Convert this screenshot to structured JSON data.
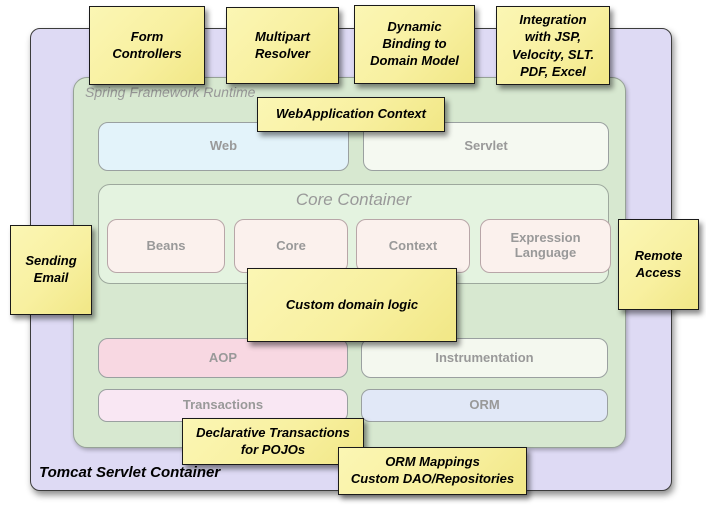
{
  "containers": {
    "tomcat": "Tomcat Servlet Container",
    "runtime": "Spring Framework Runtime"
  },
  "modules": {
    "web": "Web",
    "servlet": "Servlet",
    "core_container_label": "Core Container",
    "core_boxes": [
      "Beans",
      "Core",
      "Context",
      "Expression Language"
    ],
    "aop": "AOP",
    "instrumentation": "Instrumentation",
    "transactions": "Transactions",
    "orm": "ORM"
  },
  "notes": {
    "form_controllers": "Form\nControllers",
    "multipart_resolver": "Multipart\nResolver",
    "dynamic_binding": "Dynamic\nBinding to\nDomain Model",
    "integration": "Integration\nwith JSP,\nVelocity, SLT.\nPDF, Excel",
    "webapplication_context": "WebApplication Context",
    "sending_email": "Sending\nEmail",
    "remote_access": "Remote\nAccess",
    "custom_domain_logic": "Custom domain logic",
    "declarative_transactions": "Declarative Transactions\nfor POJOs",
    "orm_mappings": "ORM Mappings\nCustom DAO/Repositories"
  },
  "colors": {
    "sticky_yellow": "#f8f0a0",
    "sticky_border": "#1a1a1a",
    "tomcat_purple": "#dedaf4",
    "runtime_green": "#d7e8d0",
    "core_green": "#e4f3e0",
    "web_blue": "#e3f3fa",
    "servlet_cream": "#f5f9f1",
    "bean_pink": "#fbf1ed",
    "aop_pink": "#f8d8e2",
    "instrumentation_cream": "#f4f8ef",
    "transactions_pink": "#f9e7f3",
    "orm_blue": "#e1e8f7",
    "label_gray": "#999999"
  }
}
